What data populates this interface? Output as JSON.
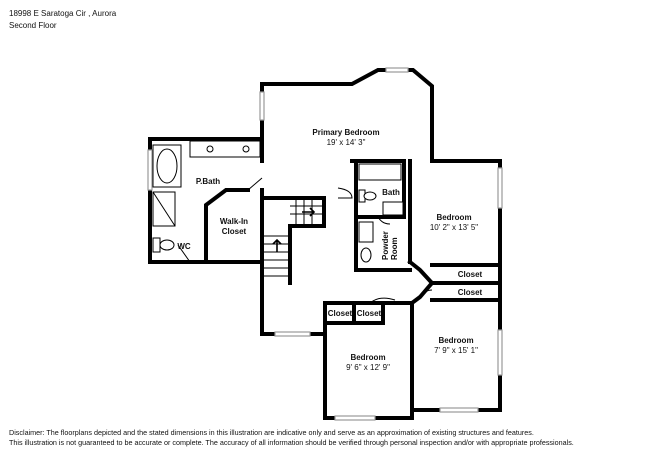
{
  "header": {
    "address": "18998 E Saratoga Cir , Aurora",
    "floor": "Second Floor"
  },
  "rooms": {
    "primary_bedroom": {
      "name": "Primary Bedroom",
      "dims": "19' x 14' 3\""
    },
    "bath": {
      "name": "Bath"
    },
    "pbath": {
      "name": "P.Bath"
    },
    "walkin_closet": {
      "line1": "Walk-In",
      "line2": "Closet"
    },
    "wc": {
      "name": "WC"
    },
    "powder_room": {
      "line1": "Powder",
      "line2": "Room"
    },
    "bedroom_right": {
      "name": "Bedroom",
      "dims": "10' 2\" x 13' 5\""
    },
    "closet_upper": {
      "name": "Closet"
    },
    "closet_lower": {
      "name": "Closet"
    },
    "bedroom_bottom_left": {
      "name": "Bedroom",
      "dims": "9' 6\" x 12' 9\""
    },
    "bedroom_bottom_right": {
      "name": "Bedroom",
      "dims": "7' 9\" x 15' 1\""
    },
    "closet_small_1": {
      "name": "Closet"
    },
    "closet_small_2": {
      "name": "Closet"
    }
  },
  "disclaimer": {
    "line1": "Disclaimer: The floorplans depicted and the stated dimensions in this illustration are indicative only and serve as an approximation of existing structures and features.",
    "line2": "This illustration is not guaranteed to be accurate or complete. The accuracy of all information should be verified through personal inspection and/or with appropriate professionals."
  }
}
